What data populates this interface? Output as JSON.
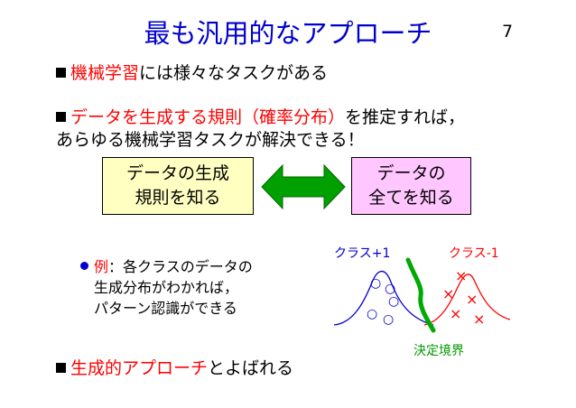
{
  "title": "最も汎用的なアプローチ",
  "page_number": "7",
  "bullets": [
    {
      "red": "機械学習",
      "rest": "には様々なタスクがある"
    },
    {
      "red": "データを生成する規則（確率分布）",
      "rest": "を推定すれば，"
    },
    {
      "red": "生成的アプローチ",
      "rest": "とよばれる"
    }
  ],
  "bullet2_continuation": "あらゆる機械学習タスクが解決できる！",
  "box_left": {
    "line1": "データの生成",
    "line2": "規則を知る"
  },
  "box_right": {
    "line1": "データの",
    "line2": "全てを知る"
  },
  "example": {
    "keyword": "例",
    "line1_rest": "：各クラスのデータの",
    "line2": "生成分布がわかれば，",
    "line3": "パターン認識ができる"
  },
  "plot": {
    "class_pos_label": "クラス+1",
    "class_neg_label": "クラス-1",
    "boundary_label": "決定境界",
    "circle_marker": "○",
    "cross_marker": "×",
    "colors": {
      "class_pos": "#0000cc",
      "class_neg": "#ff0000",
      "boundary": "#00aa00"
    }
  },
  "colors": {
    "title": "#0000cc",
    "highlight": "#ff0000",
    "box_left_bg": "#ffffc2",
    "box_right_bg": "#ffc6ff",
    "arrow": "#00a000"
  }
}
